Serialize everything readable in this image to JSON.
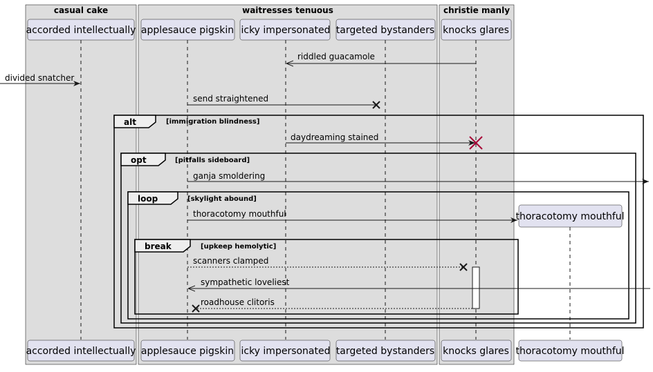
{
  "diagram": {
    "groups": [
      {
        "id": "g1",
        "title": "casual cake"
      },
      {
        "id": "g2",
        "title": "waitresses tenuous"
      },
      {
        "id": "g3",
        "title": "christie manly"
      }
    ],
    "participants": [
      {
        "id": "p1",
        "label": "accorded intellectually"
      },
      {
        "id": "p2",
        "label": "applesauce pigskin"
      },
      {
        "id": "p3",
        "label": "icky impersonated"
      },
      {
        "id": "p4",
        "label": "targeted bystanders"
      },
      {
        "id": "p5",
        "label": "knocks glares"
      },
      {
        "id": "p6",
        "label": "thoracotomy mouthful"
      }
    ],
    "messages": [
      {
        "id": "m1",
        "label": "riddled guacamole"
      },
      {
        "id": "m2",
        "label": "divided snatcher"
      },
      {
        "id": "m3",
        "label": "send straightened"
      },
      {
        "id": "m4",
        "label": "daydreaming stained"
      },
      {
        "id": "m5",
        "label": "ganja smoldering"
      },
      {
        "id": "m6",
        "label": "thoracotomy mouthful"
      },
      {
        "id": "m7",
        "label": "scanners clamped"
      },
      {
        "id": "m8",
        "label": "sympathetic loveliest"
      },
      {
        "id": "m9",
        "label": "roadhouse clitoris"
      }
    ],
    "fragments": [
      {
        "id": "f1",
        "kind": "alt",
        "guard": "[immigration blindness]"
      },
      {
        "id": "f2",
        "kind": "opt",
        "guard": "[pitfalls sideboard]"
      },
      {
        "id": "f3",
        "kind": "loop",
        "guard": "[skylight abound]"
      },
      {
        "id": "f4",
        "kind": "break",
        "guard": "[upkeep hemolytic]"
      }
    ],
    "colors": {
      "group_fill": "#DDDDDD",
      "participant_fill": "#E2E2F0",
      "participant_border": "#181818",
      "destroy_red": "#A80036",
      "line": "#181818"
    }
  }
}
